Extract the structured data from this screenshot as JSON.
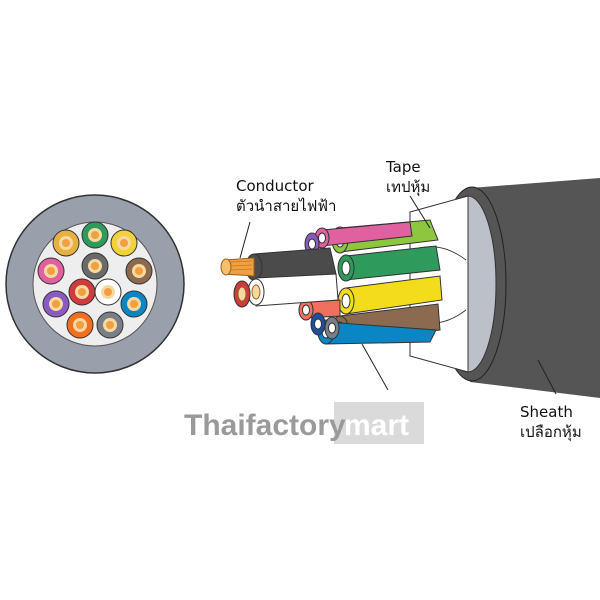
{
  "labels": {
    "conductor_en": "Conductor",
    "conductor_th": "ตัวนำสายไฟฟ้า",
    "tape_en": "Tape",
    "tape_th": "เทปหุ้ม",
    "sheath_en": "Sheath",
    "sheath_th": "เปลือกหุ้ม"
  },
  "watermark": {
    "left": "Thaifactory",
    "right": "mart"
  },
  "colors": {
    "sheath": "#555555",
    "tape": "#bcc0c9",
    "cross_section_outer": "#9aa0ab",
    "cross_section_inner": "#eeeeee",
    "copper": "#f0a040",
    "watermark_grey": "#9a9a9a",
    "cores": [
      "#2e9a5c",
      "#e8c840",
      "#8b6a50",
      "#0a86c4",
      "#7a6a5a",
      "#f07020",
      "#e060a0",
      "#6a5a4a",
      "#8a5ac0",
      "#d03c3c",
      "#ffffff",
      "#8b9cd0"
    ]
  },
  "cores_visible": 12
}
